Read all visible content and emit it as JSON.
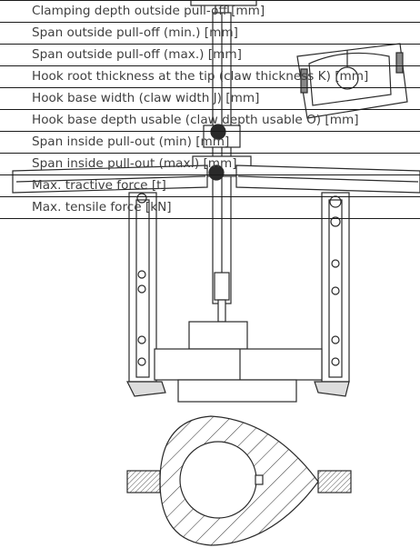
{
  "spec_rows": [
    "Clamping depth outside pull-off [mm]",
    "Span outside pull-off (min.) [mm]",
    "Span outside pull-off (max.) [mm]",
    "Hook root thickness at the tip (claw thickness K) [mm]",
    "Hook base width (claw width J) [mm]",
    "Hook base depth usable (claw depth usable O) [mm]",
    "Span inside pull-out (min) [mm]",
    "Span inside pull-out (max.) [mm]",
    "Max. tractive force [t]",
    "Max. tensile force [kN]"
  ],
  "colors": {
    "line": "#2a2a2a",
    "text": "#3f3f3f",
    "background": "#ffffff"
  }
}
